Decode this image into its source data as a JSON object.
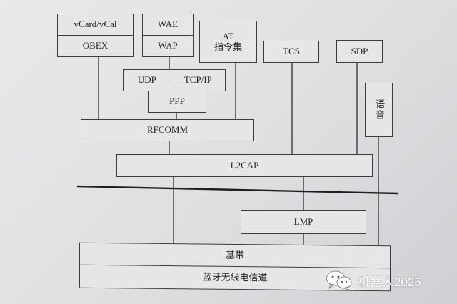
{
  "diagram": {
    "layers": {
      "vcard": "vCard/vCal",
      "obex": "OBEX",
      "wae": "WAE",
      "wap": "WAP",
      "at_line1": "AT",
      "at_line2": "指令集",
      "tcs": "TCS",
      "sdp": "SDP",
      "udp": "UDP",
      "tcpip": "TCP/IP",
      "ppp": "PPP",
      "voice": "语音",
      "rfcomm": "RFCOMM",
      "l2cap": "L2CAP",
      "lmp": "LMP",
      "baseband": "基带",
      "radio": "蓝牙无线电信道"
    }
  },
  "watermark": {
    "text": "机器人2025",
    "icon": "wechat-icon"
  },
  "colors": {
    "line": "#3b3c40",
    "box_fill": "#e6e6e8",
    "text": "#232428",
    "watermark": "#ffffff"
  }
}
